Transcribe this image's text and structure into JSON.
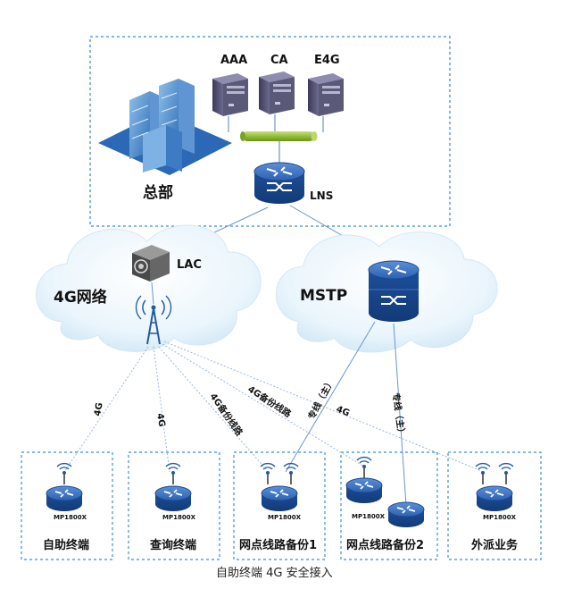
{
  "hq": {
    "label": "总部",
    "servers": [
      {
        "label": "AAA"
      },
      {
        "label": "CA"
      },
      {
        "label": "E4G"
      }
    ],
    "lns_label": "LNS"
  },
  "network_4g": {
    "label": "4G网络",
    "lac_label": "LAC"
  },
  "mstp": {
    "label": "MSTP"
  },
  "links": [
    {
      "label": "4G"
    },
    {
      "label": "4G"
    },
    {
      "label": "4G备份线路"
    },
    {
      "label": "4G备份线路"
    },
    {
      "label": "专线（主）"
    },
    {
      "label": "4G"
    },
    {
      "label": "专线（主）"
    }
  ],
  "branches": [
    {
      "label": "自助终端",
      "device": "MP1800X"
    },
    {
      "label": "查询终端",
      "device": "MP1800X"
    },
    {
      "label": "网点线路备份1",
      "device": "MP1800X"
    },
    {
      "label": "网点线路备份2",
      "device": "MP1800X"
    },
    {
      "label": "外派业务",
      "device": "MP1800X"
    }
  ],
  "caption": "自助终端 4G 安全接入",
  "colors": {
    "dashed_border": "#3b8ed6",
    "cloud_fill": "#e6f3fb",
    "router_blue": "#1f5aa6",
    "link_line": "#6d95c9",
    "bus_green": "#9ccc3c"
  }
}
